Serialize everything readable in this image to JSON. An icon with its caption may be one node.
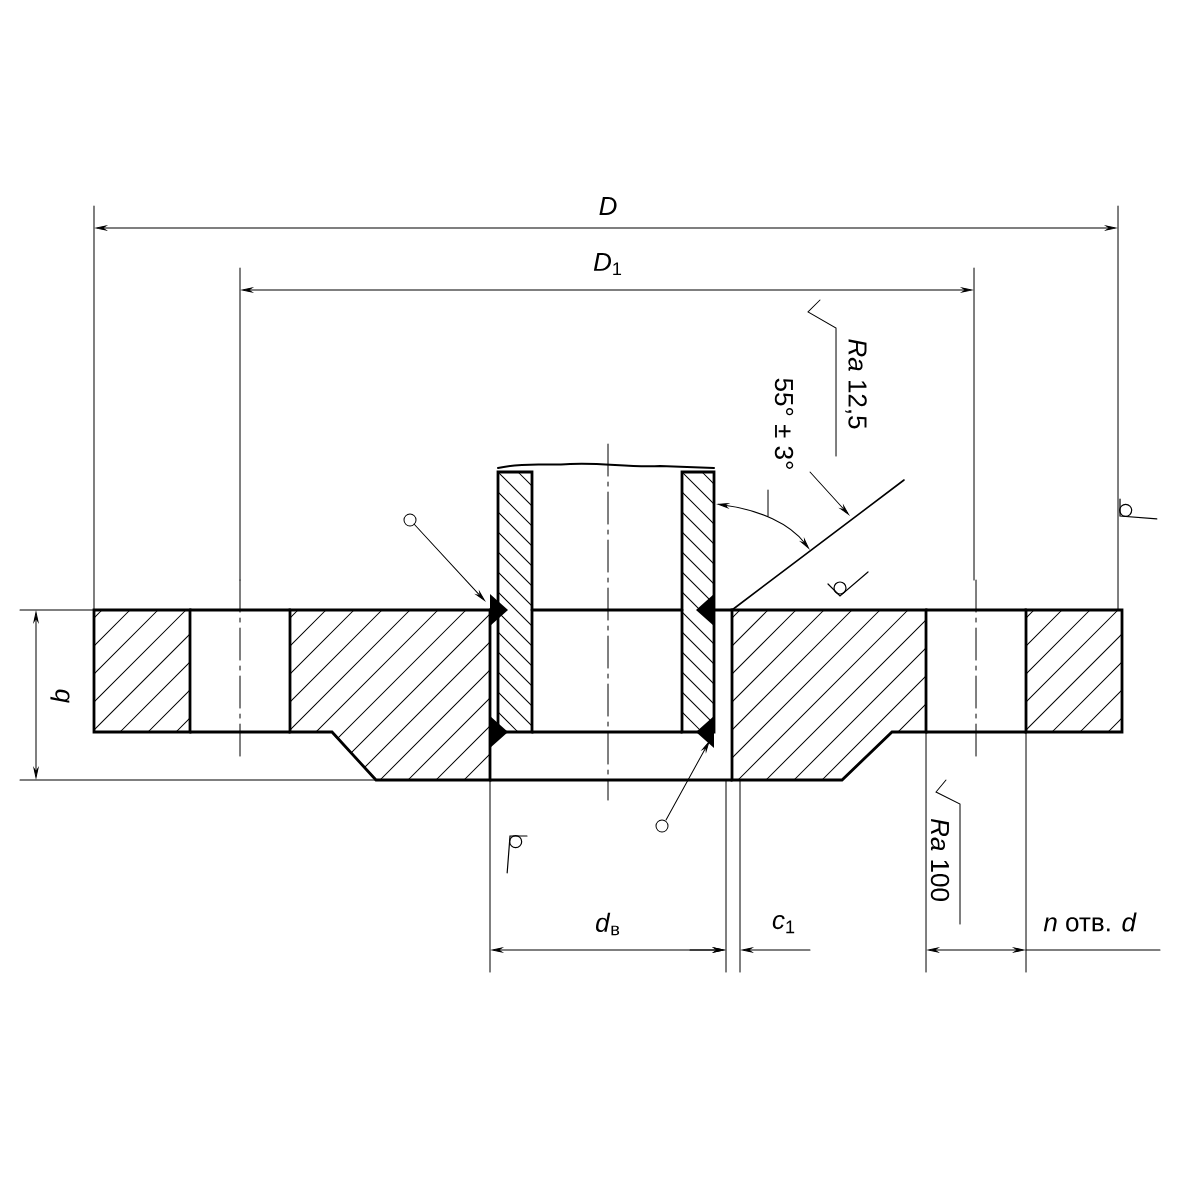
{
  "diagram": {
    "labels": [
      "D",
      "*D*$_{1}$",
      "*Ra* 12,5",
      "55° ± 3°",
      "*Ra* 100",
      "b",
      "*d*$_{в}$",
      "*c*$_{1}$",
      "*n* отв. *d*"
    ]
  }
}
